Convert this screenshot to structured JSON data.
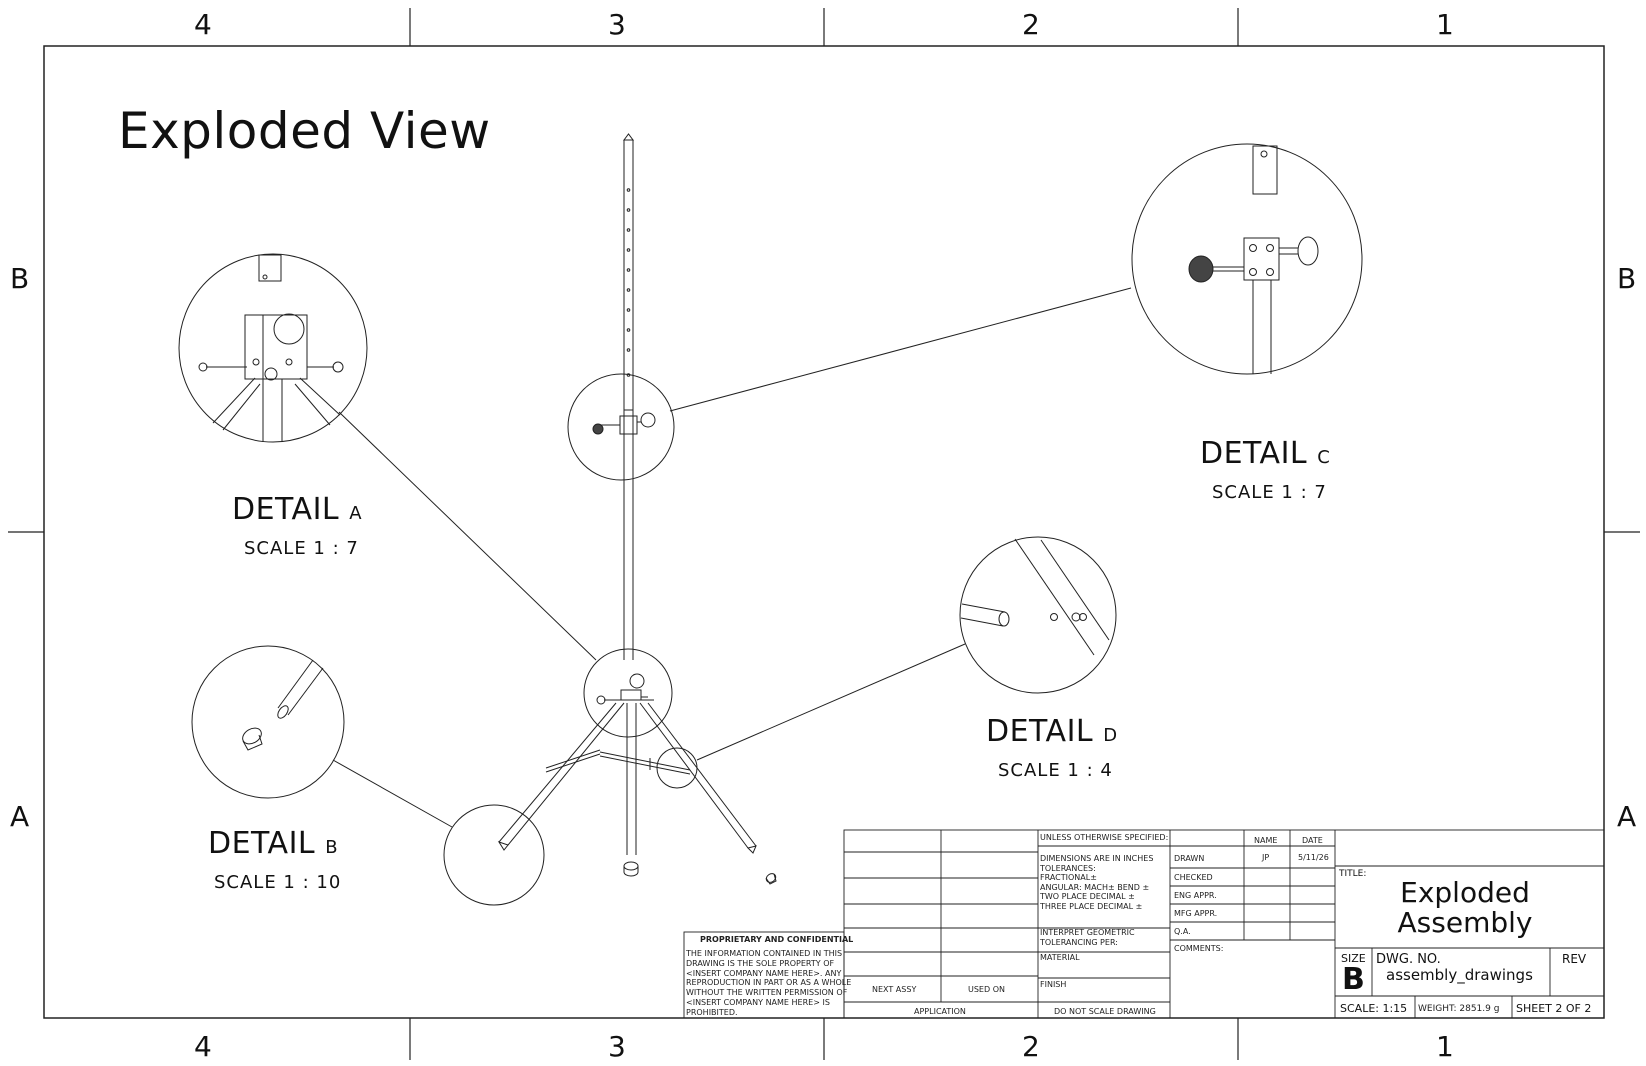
{
  "drawing": {
    "view_title": "Exploded View",
    "zones_top": [
      "4",
      "3",
      "2",
      "1"
    ],
    "zones_side": [
      "B",
      "A"
    ],
    "details": [
      {
        "name": "DETAIL",
        "letter": "A",
        "scale": "SCALE 1 : 7"
      },
      {
        "name": "DETAIL",
        "letter": "B",
        "scale": "SCALE 1 : 10"
      },
      {
        "name": "DETAIL",
        "letter": "C",
        "scale": "SCALE 1 : 7"
      },
      {
        "name": "DETAIL",
        "letter": "D",
        "scale": "SCALE 1 : 4"
      }
    ]
  },
  "title_block": {
    "proprietary_heading": "PROPRIETARY AND CONFIDENTIAL",
    "proprietary_lines": [
      "THE INFORMATION CONTAINED IN THIS",
      "DRAWING IS THE SOLE PROPERTY OF",
      "<INSERT COMPANY NAME HERE>.  ANY",
      "REPRODUCTION IN PART OR AS A WHOLE",
      "WITHOUT THE WRITTEN PERMISSION OF",
      "<INSERT COMPANY NAME HERE> IS",
      "PROHIBITED."
    ],
    "next_assy": "NEXT ASSY",
    "used_on": "USED ON",
    "application": "APPLICATION",
    "unless_specified": "UNLESS OTHERWISE SPECIFIED:",
    "dimensions_lines": [
      "DIMENSIONS ARE IN INCHES",
      "TOLERANCES:",
      "FRACTIONAL±",
      "ANGULAR: MACH±    BEND ±",
      "TWO PLACE DECIMAL    ±",
      "THREE PLACE DECIMAL  ±"
    ],
    "interpret_lines": [
      "INTERPRET GEOMETRIC",
      "TOLERANCING PER:"
    ],
    "material": "MATERIAL",
    "finish": "FINISH",
    "do_not_scale": "DO NOT SCALE DRAWING",
    "name_header": "NAME",
    "date_header": "DATE",
    "rows": [
      {
        "label": "DRAWN",
        "name": "JP",
        "date": "5/11/26"
      },
      {
        "label": "CHECKED",
        "name": "",
        "date": ""
      },
      {
        "label": "ENG APPR.",
        "name": "",
        "date": ""
      },
      {
        "label": "MFG APPR.",
        "name": "",
        "date": ""
      },
      {
        "label": "Q.A.",
        "name": "",
        "date": ""
      }
    ],
    "comments": "COMMENTS:",
    "title_label": "TITLE:",
    "title_line1": "Exploded",
    "title_line2": "Assembly",
    "size_label": "SIZE",
    "size_value": "B",
    "dwg_no_label": "DWG.  NO.",
    "dwg_no_value": "assembly_drawings",
    "rev_label": "REV",
    "scale": "SCALE: 1:15",
    "weight": "WEIGHT: 2851.9 g",
    "sheet": "SHEET 2 OF 2"
  }
}
